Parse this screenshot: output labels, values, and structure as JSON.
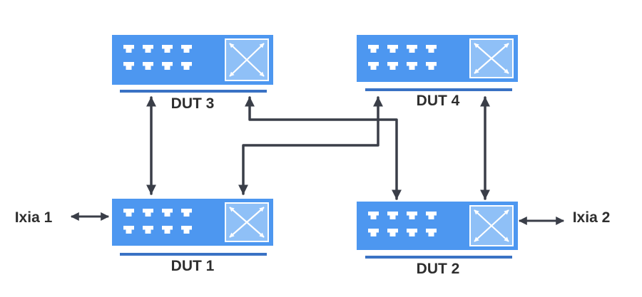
{
  "devices": {
    "dut1": {
      "label": "DUT 1"
    },
    "dut2": {
      "label": "DUT 2"
    },
    "dut3": {
      "label": "DUT 3"
    },
    "dut4": {
      "label": "DUT 4"
    }
  },
  "endpoints": {
    "ixia1": {
      "label": "Ixia 1"
    },
    "ixia2": {
      "label": "Ixia 2"
    }
  },
  "colors": {
    "switch_body": "#4d97f0",
    "switch_base": "#3a72c4",
    "port": "#ffffff",
    "connector": "#3a3e48",
    "label": "#2e2e2e"
  }
}
